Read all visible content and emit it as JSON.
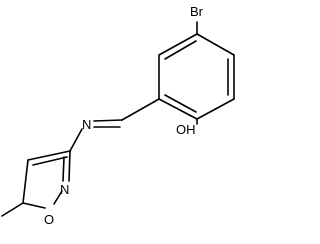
{
  "molecule": {
    "atoms": {
      "bromine": "Br",
      "hydroxyl": "OH",
      "imine_nitrogen": "N",
      "ring_nitrogen": "N",
      "ring_oxygen": "O"
    }
  },
  "colors": {
    "bond": "#000000",
    "text": "#000000",
    "background": "#ffffff"
  }
}
